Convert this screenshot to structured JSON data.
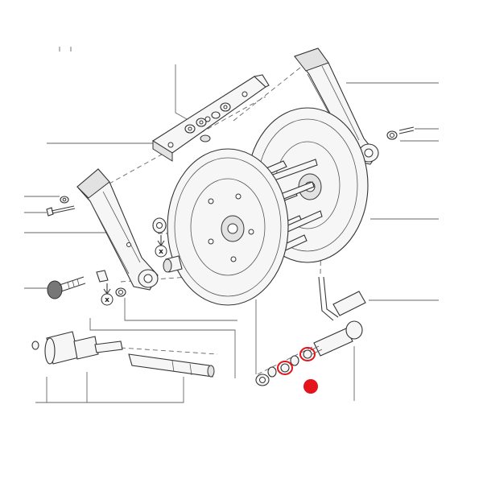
{
  "markers": {
    "cross_symbol": "x-marker-icon",
    "color_highlight": "#e3141b"
  },
  "labels": {
    "x_marker_1": "x",
    "x_marker_2": "x"
  },
  "highlighted_parts": [
    {
      "name": "upper-seal-ring",
      "color": "#e3141b"
    },
    {
      "name": "lower-seal-ring",
      "color": "#e3141b"
    }
  ]
}
